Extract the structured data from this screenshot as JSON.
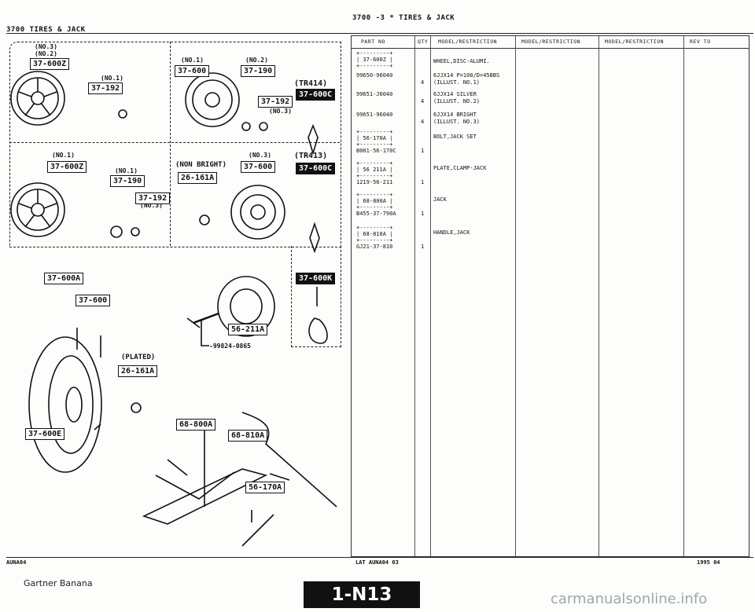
{
  "header": {
    "left": "3700     TIRES & JACK",
    "center": "3700  -3 *  TIRES & JACK"
  },
  "diagram": {
    "labels": {
      "tl_no": "(NO.3)\n(NO.2)",
      "tl_no1": "(NO.1)",
      "tm_no1": "(NO.1)",
      "tm_no2": "(NO.2)",
      "tr_tr414": "(TR414)",
      "tm_no3": "(NO.3)",
      "ml_no1": "(NO.1)",
      "ml_no1b": "(NO.1)",
      "ml_no3": "(NO.3)",
      "mm_nonbright": "(NON BRIGHT)",
      "mm_no3": "(NO.3)",
      "mr_tr413": "(TR413)",
      "plated": "(PLATED)",
      "bolt_no": "-99824-0865"
    },
    "parts": {
      "p1": "37-600Z",
      "p2": "37-192",
      "p3": "37-600",
      "p4": "37-190",
      "p5": "37-192",
      "p6": "37-600C",
      "p7": "37-600Z",
      "p8": "37-190",
      "p9": "37-192",
      "p10": "26-161A",
      "p11": "37-600",
      "p12": "37-600C",
      "p13": "37-600A",
      "p14": "37-600",
      "p15": "37-600K",
      "p16": "56-211A",
      "p17": "26-161A",
      "p18": "37-600E",
      "p19": "68-800A",
      "p20": "68-810A",
      "p21": "56-170A"
    }
  },
  "table": {
    "headers": [
      "PART NO",
      "QTY",
      "MODEL/RESTRICTION",
      "MODEL/RESTRICTION",
      "MODEL/RESTRICTION",
      "REV TO"
    ],
    "rows": [
      {
        "box": "+---------+\n| 37-600Z |\n+---------+",
        "part": "99650-96040",
        "qty": "4",
        "desc": "WHEEL,DISC-ALUMI.\n\n6JJX14 P=100/D=45BBS\n(ILLUST. NO.1)"
      },
      {
        "part": "99651-J6040",
        "qty": "4",
        "desc": "6JJX14 SILVER\n(ILLUST. NO.2)"
      },
      {
        "part": "99651-96040",
        "qty": "4",
        "desc": "6JJX14 BRIGHT\n(ILLUST. NO.3)"
      },
      {
        "box": "+---------+\n| 56-170A |\n+---------+",
        "part": "B001-56-170C",
        "qty": "1",
        "desc": "BOLT,JACK SET"
      },
      {
        "box": "+---------+\n| 56 211A |\n+---------+",
        "part": "1219-56-211",
        "qty": "1",
        "desc": "PLATE,CLAMP-JACK"
      },
      {
        "box": "+---------+\n| 68-800A |\n+---------+",
        "part": "B455-37-790A",
        "qty": "1",
        "desc": "JACK"
      },
      {
        "box": "+---------+\n| 68-810A |\n+---------+",
        "part": "GJ21-37-810",
        "qty": "1",
        "desc": "HANDLE,JACK"
      }
    ]
  },
  "footer": {
    "left_code": "AUNA04",
    "center_code": "LAT   AUNA04  03",
    "right_code": "1995 04",
    "page": "1-N13",
    "credit": "Gartner Banana",
    "watermark": "carmanualsonline.info"
  }
}
